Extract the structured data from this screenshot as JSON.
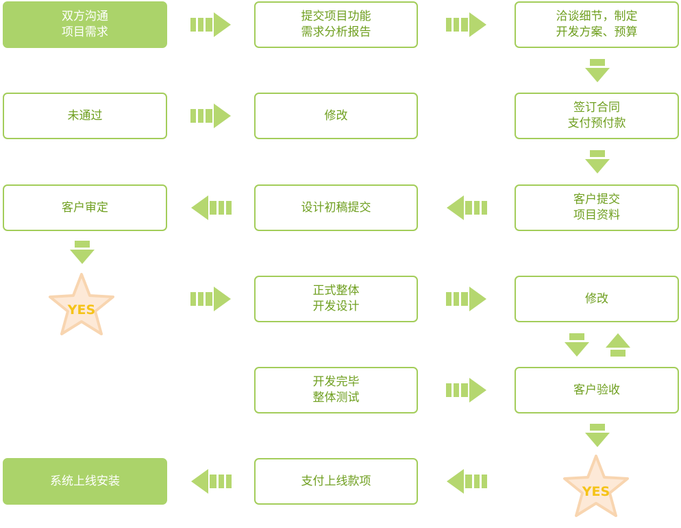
{
  "colors": {
    "border": "#a3cd5a",
    "text": "#6f9f20",
    "filled": "#abd36a",
    "arrow": "#b5d76f",
    "star_fill": "#fde9d7",
    "star_stroke": "#f8d5b0",
    "star_text": "#f5c318"
  },
  "steps": {
    "communicate": "双方沟通\n项目需求",
    "submit_report": "提交项目功能\n需求分析报告",
    "negotiate": "洽谈细节，制定\n开发方案、预算",
    "not_passed": "未通过",
    "modify_1": "修改",
    "sign_contract": "签订合同\n支付预付款",
    "customer_review": "客户审定",
    "design_submit": "设计初稿提交",
    "customer_materials": "客户提交\n项目资料",
    "formal_dev": "正式整体\n开发设计",
    "modify_2": "修改",
    "dev_complete": "开发完毕\n整体测试",
    "acceptance": "客户验收",
    "install": "系统上线安装",
    "final_payment": "支付上线款项"
  },
  "decisions": {
    "yes_1": "YES",
    "yes_2": "YES"
  },
  "icons": {
    "right": "arrow-right-icon",
    "left": "arrow-left-icon",
    "down": "arrow-down-icon",
    "up": "arrow-up-icon",
    "decision": "star-icon"
  }
}
